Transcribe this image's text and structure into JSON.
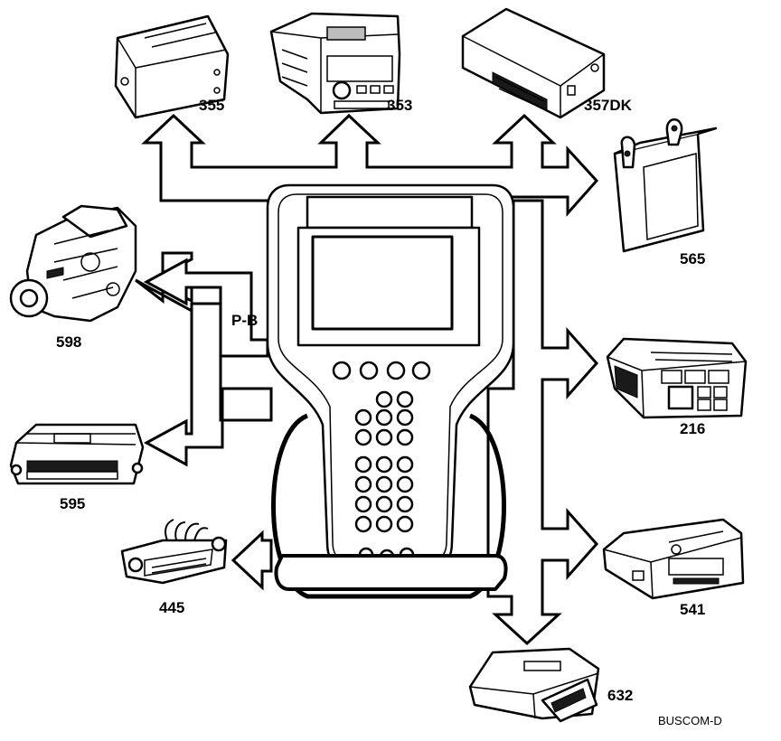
{
  "labels": {
    "m355": "355",
    "m353": "353",
    "m357dk": "357DK",
    "m565": "565",
    "m598": "598",
    "m216": "216",
    "m595": "595",
    "m541": "541",
    "m445": "445",
    "m632": "632",
    "bus_pb": "P-B",
    "caption": "BUSCOM-D"
  }
}
